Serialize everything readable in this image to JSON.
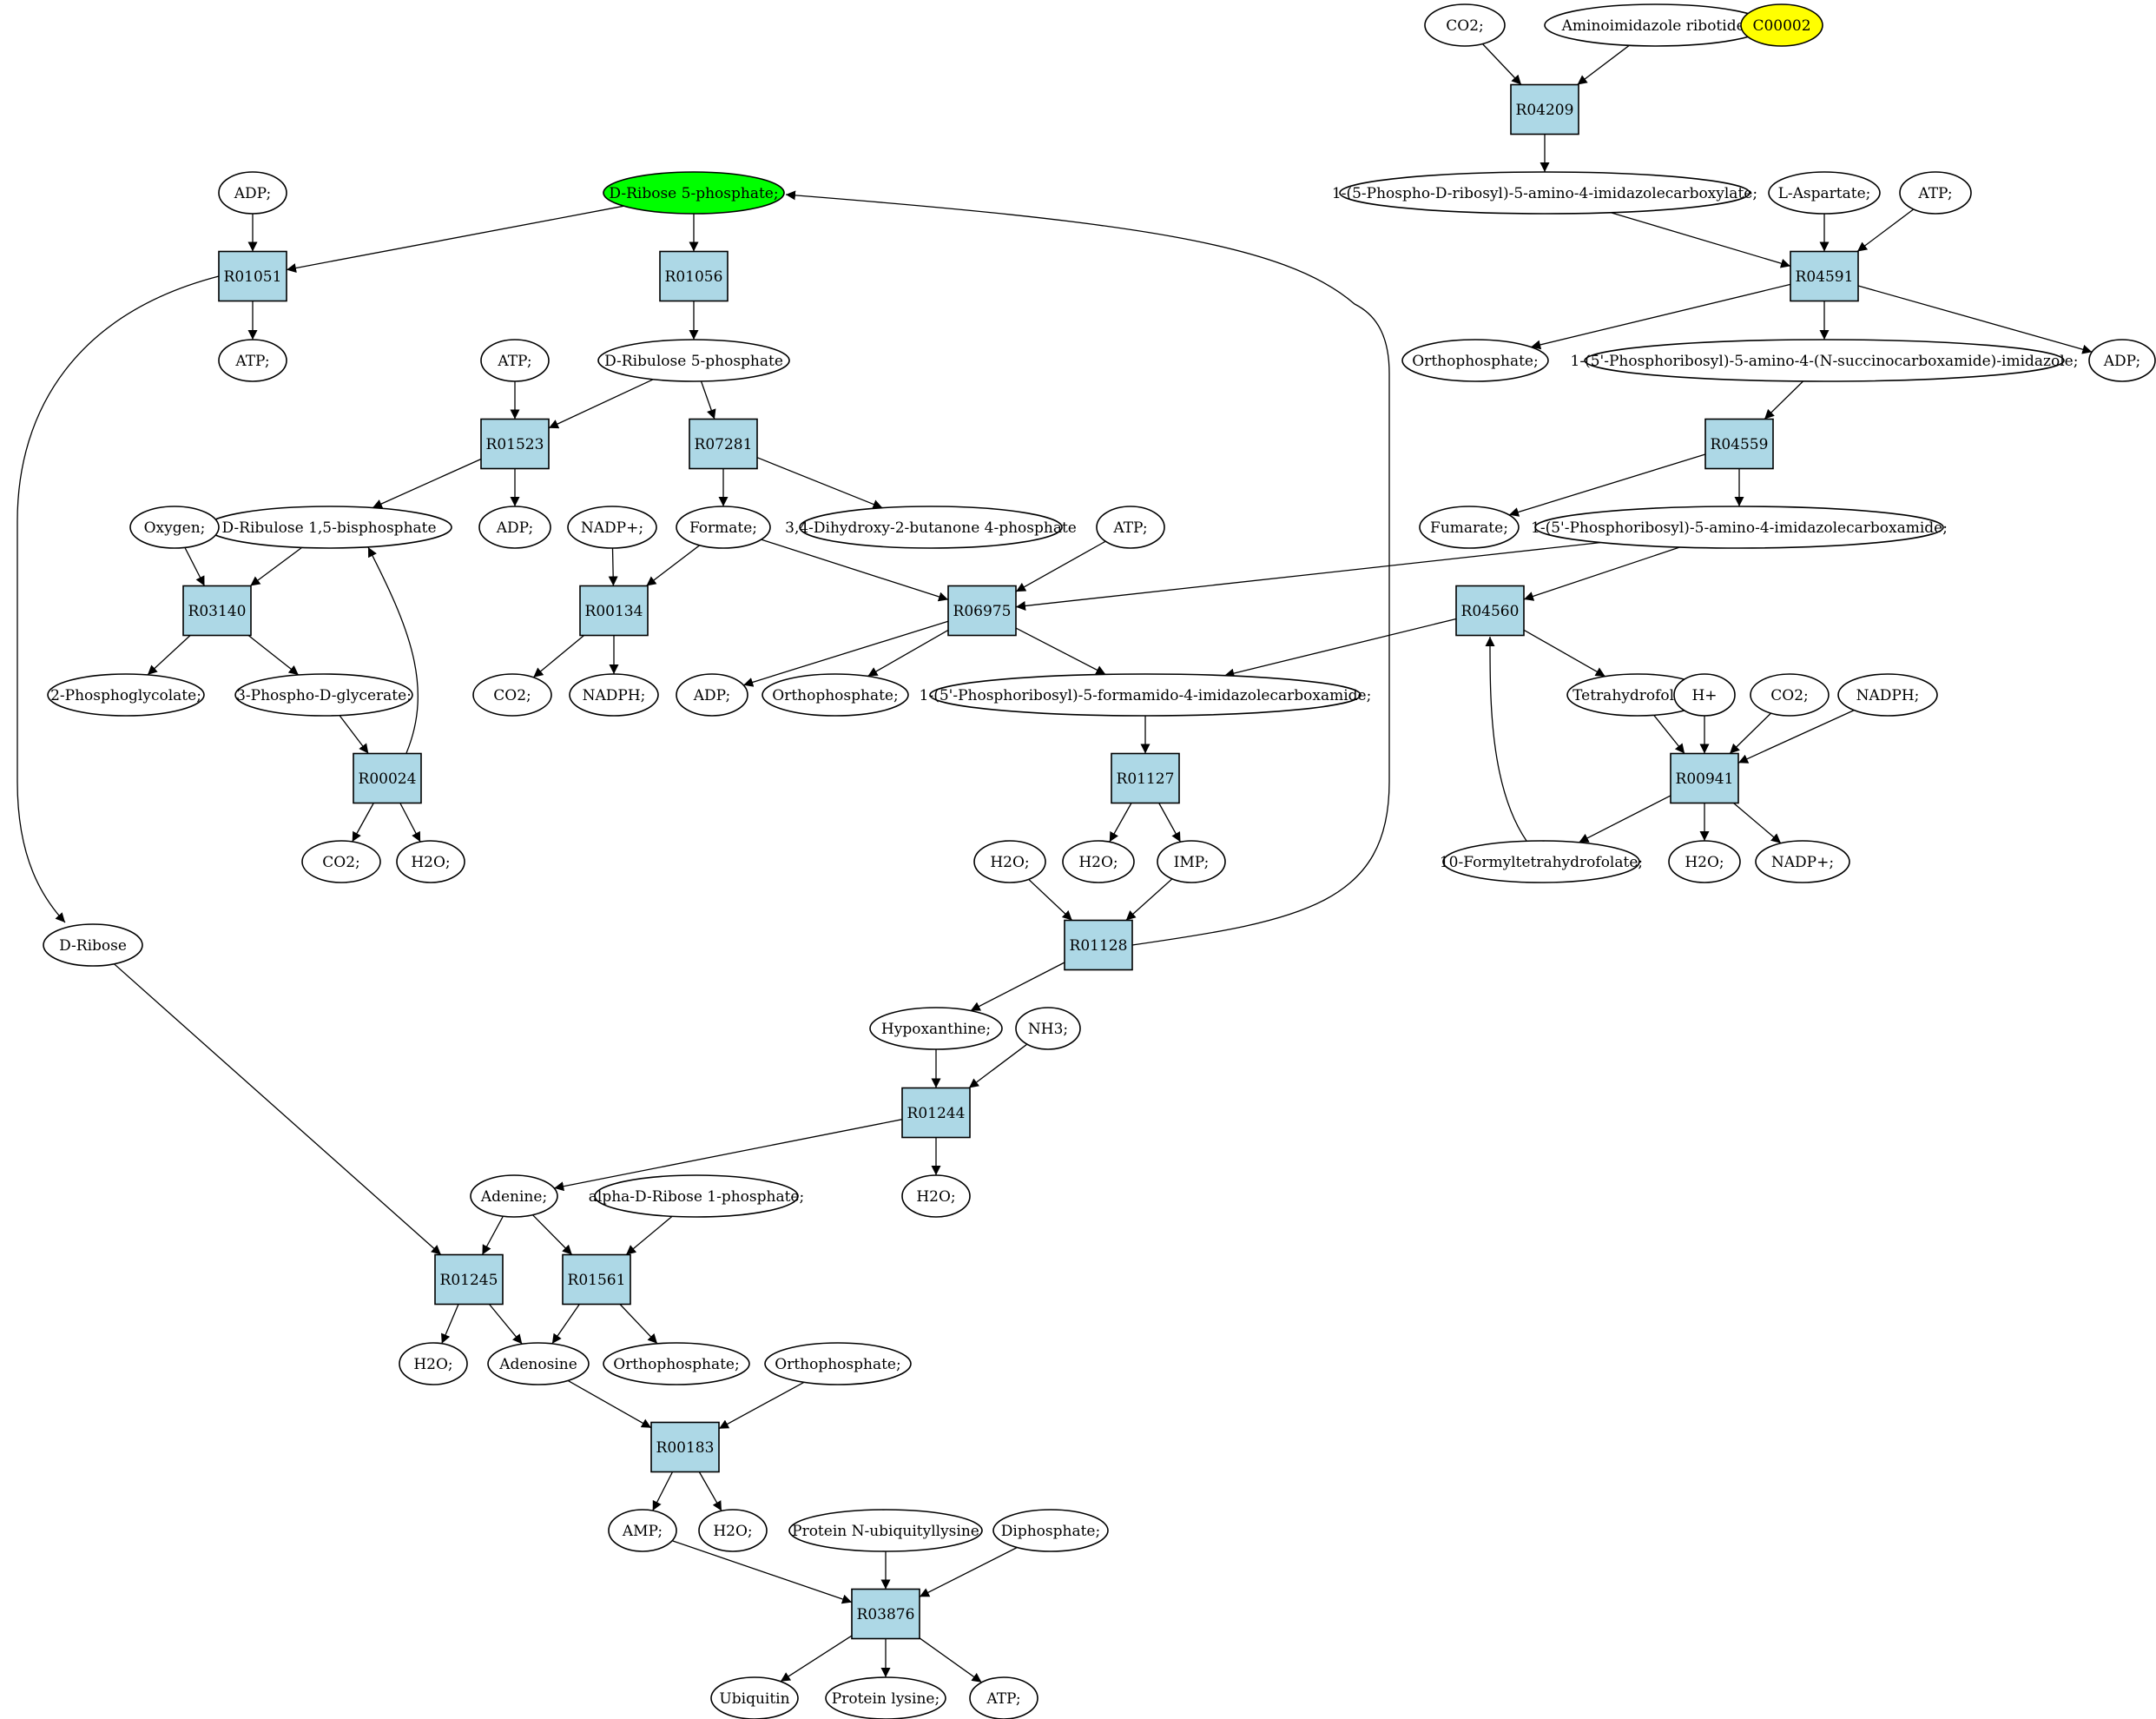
{
  "colors": {
    "reaction_fill": "#add8e6",
    "compound_fill": "#ffffff",
    "highlight_green": "#00ff00",
    "highlight_yellow": "#ffff00"
  },
  "reactions": [
    {
      "id": "R04209",
      "label": "R04209"
    },
    {
      "id": "R04591",
      "label": "R04591"
    },
    {
      "id": "R04559",
      "label": "R04559"
    },
    {
      "id": "R04560",
      "label": "R04560"
    },
    {
      "id": "R00941",
      "label": "R00941"
    },
    {
      "id": "R01051",
      "label": "R01051"
    },
    {
      "id": "R01056",
      "label": "R01056"
    },
    {
      "id": "R01523",
      "label": "R01523"
    },
    {
      "id": "R07281",
      "label": "R07281"
    },
    {
      "id": "R03140",
      "label": "R03140"
    },
    {
      "id": "R00134",
      "label": "R00134"
    },
    {
      "id": "R06975",
      "label": "R06975"
    },
    {
      "id": "R00024",
      "label": "R00024"
    },
    {
      "id": "R01127",
      "label": "R01127"
    },
    {
      "id": "R01128",
      "label": "R01128"
    },
    {
      "id": "R01244",
      "label": "R01244"
    },
    {
      "id": "R01245",
      "label": "R01245"
    },
    {
      "id": "R01561",
      "label": "R01561"
    },
    {
      "id": "R00183",
      "label": "R00183"
    },
    {
      "id": "R03876",
      "label": "R03876"
    }
  ],
  "compounds": [
    {
      "id": "c_co2_top",
      "label": "CO2;"
    },
    {
      "id": "c_air",
      "label": "Aminoimidazole ribotide;"
    },
    {
      "id": "c_c00002",
      "label": "C00002",
      "highlight": "yellow"
    },
    {
      "id": "c_carboxylate",
      "label": "1-(5-Phospho-D-ribosyl)-5-amino-4-imidazolecarboxylate;"
    },
    {
      "id": "c_asp",
      "label": "L-Aspartate;"
    },
    {
      "id": "c_atp_r04591",
      "label": "ATP;"
    },
    {
      "id": "c_pi_r04591",
      "label": "Orthophosphate;"
    },
    {
      "id": "c_saicar",
      "label": "1-(5'-Phosphoribosyl)-5-amino-4-(N-succinocarboxamide)-imidazole;"
    },
    {
      "id": "c_adp_r04591",
      "label": "ADP;"
    },
    {
      "id": "c_fumarate",
      "label": "Fumarate;"
    },
    {
      "id": "c_aicar",
      "label": "1-(5'-Phosphoribosyl)-5-amino-4-imidazolecarboxamide;"
    },
    {
      "id": "c_thf",
      "label": "Tetrahydrofolate;"
    },
    {
      "id": "c_hplus",
      "label": "H+"
    },
    {
      "id": "c_co2_r00941",
      "label": "CO2;"
    },
    {
      "id": "c_nadph_r00941",
      "label": "NADPH;"
    },
    {
      "id": "c_formylthf",
      "label": "10-Formyltetrahydrofolate;"
    },
    {
      "id": "c_h2o_r00941",
      "label": "H2O;"
    },
    {
      "id": "c_nadp_r00941",
      "label": "NADP+;"
    },
    {
      "id": "c_adp_r01051",
      "label": "ADP;"
    },
    {
      "id": "c_r5p",
      "label": "D-Ribose 5-phosphate;",
      "highlight": "green"
    },
    {
      "id": "c_atp_r01051",
      "label": "ATP;"
    },
    {
      "id": "c_ru5p",
      "label": "D-Ribulose 5-phosphate"
    },
    {
      "id": "c_atp_r01523",
      "label": "ATP;"
    },
    {
      "id": "c_rubp",
      "label": "D-Ribulose 1,5-bisphosphate"
    },
    {
      "id": "c_adp_r01523",
      "label": "ADP;"
    },
    {
      "id": "c_dhbp",
      "label": "3,4-Dihydroxy-2-butanone 4-phosphate"
    },
    {
      "id": "c_oxygen",
      "label": "Oxygen;"
    },
    {
      "id": "c_nadp_r00134",
      "label": "NADP+;"
    },
    {
      "id": "c_formate",
      "label": "Formate;"
    },
    {
      "id": "c_atp_r06975",
      "label": "ATP;"
    },
    {
      "id": "c_2pg",
      "label": "2-Phosphoglycolate;"
    },
    {
      "id": "c_3pg",
      "label": "3-Phospho-D-glycerate;"
    },
    {
      "id": "c_co2_r00134",
      "label": "CO2;"
    },
    {
      "id": "c_nadph_r00134",
      "label": "NADPH;"
    },
    {
      "id": "c_adp_r06975",
      "label": "ADP;"
    },
    {
      "id": "c_pi_r06975",
      "label": "Orthophosphate;"
    },
    {
      "id": "c_faicar",
      "label": "1-(5'-Phosphoribosyl)-5-formamido-4-imidazolecarboxamide;"
    },
    {
      "id": "c_co2_r00024",
      "label": "CO2;"
    },
    {
      "id": "c_h2o_r00024",
      "label": "H2O;"
    },
    {
      "id": "c_h2o_in_r01128",
      "label": "H2O;"
    },
    {
      "id": "c_h2o_r01127",
      "label": "H2O;"
    },
    {
      "id": "c_imp",
      "label": "IMP;"
    },
    {
      "id": "c_dribose",
      "label": "D-Ribose"
    },
    {
      "id": "c_hypoxanthine",
      "label": "Hypoxanthine;"
    },
    {
      "id": "c_nh3",
      "label": "NH3;"
    },
    {
      "id": "c_h2o_r01244",
      "label": "H2O;"
    },
    {
      "id": "c_adenine",
      "label": "Adenine;"
    },
    {
      "id": "c_ar1p",
      "label": "alpha-D-Ribose 1-phosphate;"
    },
    {
      "id": "c_h2o_r01245",
      "label": "H2O;"
    },
    {
      "id": "c_adenosine",
      "label": "Adenosine"
    },
    {
      "id": "c_pi_r01561",
      "label": "Orthophosphate;"
    },
    {
      "id": "c_pi_r00183",
      "label": "Orthophosphate;"
    },
    {
      "id": "c_amp",
      "label": "AMP;"
    },
    {
      "id": "c_h2o_r00183",
      "label": "H2O;"
    },
    {
      "id": "c_ubq_lys",
      "label": "Protein N-ubiquityllysine"
    },
    {
      "id": "c_diphosphate",
      "label": "Diphosphate;"
    },
    {
      "id": "c_ubiquitin",
      "label": "Ubiquitin"
    },
    {
      "id": "c_protein_lysine",
      "label": "Protein lysine;"
    },
    {
      "id": "c_atp_r03876",
      "label": "ATP;"
    }
  ],
  "edges": [
    {
      "from": "c_co2_top",
      "to": "R04209"
    },
    {
      "from": "c_air",
      "to": "R04209"
    },
    {
      "from": "R04209",
      "to": "c_carboxylate"
    },
    {
      "from": "c_carboxylate",
      "to": "R04591"
    },
    {
      "from": "c_asp",
      "to": "R04591"
    },
    {
      "from": "c_atp_r04591",
      "to": "R04591"
    },
    {
      "from": "R04591",
      "to": "c_pi_r04591"
    },
    {
      "from": "R04591",
      "to": "c_saicar"
    },
    {
      "from": "R04591",
      "to": "c_adp_r04591"
    },
    {
      "from": "c_saicar",
      "to": "R04559"
    },
    {
      "from": "R04559",
      "to": "c_fumarate"
    },
    {
      "from": "R04559",
      "to": "c_aicar"
    },
    {
      "from": "c_aicar",
      "to": "R06975"
    },
    {
      "from": "c_aicar",
      "to": "R04560"
    },
    {
      "from": "R04560",
      "to": "c_faicar"
    },
    {
      "from": "R04560",
      "to": "c_thf"
    },
    {
      "from": "c_formylthf",
      "to": "R04560"
    },
    {
      "from": "c_thf",
      "to": "R00941"
    },
    {
      "from": "c_hplus",
      "to": "R00941"
    },
    {
      "from": "c_co2_r00941",
      "to": "R00941"
    },
    {
      "from": "c_nadph_r00941",
      "to": "R00941"
    },
    {
      "from": "R00941",
      "to": "c_formylthf"
    },
    {
      "from": "R00941",
      "to": "c_h2o_r00941"
    },
    {
      "from": "R00941",
      "to": "c_nadp_r00941"
    },
    {
      "from": "c_adp_r01051",
      "to": "R01051"
    },
    {
      "from": "c_r5p",
      "to": "R01051"
    },
    {
      "from": "R01051",
      "to": "c_atp_r01051"
    },
    {
      "from": "R01051",
      "to": "c_dribose"
    },
    {
      "from": "c_r5p",
      "to": "R01056"
    },
    {
      "from": "R01056",
      "to": "c_ru5p"
    },
    {
      "from": "c_ru5p",
      "to": "R01523"
    },
    {
      "from": "c_ru5p",
      "to": "R07281"
    },
    {
      "from": "c_atp_r01523",
      "to": "R01523"
    },
    {
      "from": "R01523",
      "to": "c_rubp"
    },
    {
      "from": "R01523",
      "to": "c_adp_r01523"
    },
    {
      "from": "R07281",
      "to": "c_formate"
    },
    {
      "from": "R07281",
      "to": "c_dhbp"
    },
    {
      "from": "c_oxygen",
      "to": "R03140"
    },
    {
      "from": "c_rubp",
      "to": "R03140"
    },
    {
      "from": "R03140",
      "to": "c_2pg"
    },
    {
      "from": "R03140",
      "to": "c_3pg"
    },
    {
      "from": "c_3pg",
      "to": "R00024"
    },
    {
      "from": "R00024",
      "to": "c_rubp"
    },
    {
      "from": "R00024",
      "to": "c_co2_r00024"
    },
    {
      "from": "R00024",
      "to": "c_h2o_r00024"
    },
    {
      "from": "c_nadp_r00134",
      "to": "R00134"
    },
    {
      "from": "c_formate",
      "to": "R00134"
    },
    {
      "from": "R00134",
      "to": "c_co2_r00134"
    },
    {
      "from": "R00134",
      "to": "c_nadph_r00134"
    },
    {
      "from": "c_formate",
      "to": "R06975"
    },
    {
      "from": "c_atp_r06975",
      "to": "R06975"
    },
    {
      "from": "R06975",
      "to": "c_adp_r06975"
    },
    {
      "from": "R06975",
      "to": "c_pi_r06975"
    },
    {
      "from": "R06975",
      "to": "c_faicar"
    },
    {
      "from": "c_faicar",
      "to": "R01127"
    },
    {
      "from": "R01127",
      "to": "c_h2o_r01127"
    },
    {
      "from": "R01127",
      "to": "c_imp"
    },
    {
      "from": "c_imp",
      "to": "R01128"
    },
    {
      "from": "c_h2o_in_r01128",
      "to": "R01128"
    },
    {
      "from": "R01128",
      "to": "c_r5p"
    },
    {
      "from": "R01128",
      "to": "c_hypoxanthine"
    },
    {
      "from": "c_hypoxanthine",
      "to": "R01244"
    },
    {
      "from": "c_nh3",
      "to": "R01244"
    },
    {
      "from": "R01244",
      "to": "c_h2o_r01244"
    },
    {
      "from": "R01244",
      "to": "c_adenine"
    },
    {
      "from": "c_adenine",
      "to": "R01245"
    },
    {
      "from": "c_adenine",
      "to": "R01561"
    },
    {
      "from": "c_dribose",
      "to": "R01245"
    },
    {
      "from": "c_ar1p",
      "to": "R01561"
    },
    {
      "from": "R01245",
      "to": "c_h2o_r01245"
    },
    {
      "from": "R01245",
      "to": "c_adenosine"
    },
    {
      "from": "R01561",
      "to": "c_adenosine"
    },
    {
      "from": "R01561",
      "to": "c_pi_r01561"
    },
    {
      "from": "c_adenosine",
      "to": "R00183"
    },
    {
      "from": "c_pi_r00183",
      "to": "R00183"
    },
    {
      "from": "R00183",
      "to": "c_amp"
    },
    {
      "from": "R00183",
      "to": "c_h2o_r00183"
    },
    {
      "from": "c_amp",
      "to": "R03876"
    },
    {
      "from": "c_ubq_lys",
      "to": "R03876"
    },
    {
      "from": "c_diphosphate",
      "to": "R03876"
    },
    {
      "from": "R03876",
      "to": "c_ubiquitin"
    },
    {
      "from": "R03876",
      "to": "c_protein_lysine"
    },
    {
      "from": "R03876",
      "to": "c_atp_r03876"
    }
  ]
}
